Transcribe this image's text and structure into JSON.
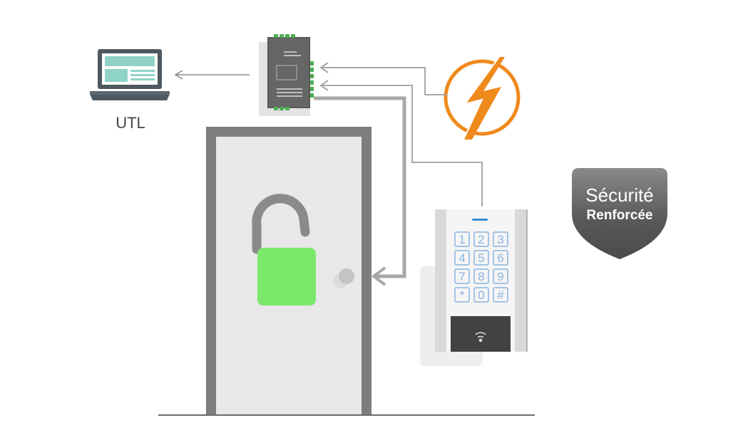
{
  "computer": {
    "label": "UTL"
  },
  "badge": {
    "line1": "Sécurité",
    "line2": "Renforcée"
  },
  "keypad": {
    "keys": [
      "1",
      "2",
      "3",
      "4",
      "5",
      "6",
      "7",
      "8",
      "9",
      "*",
      "0",
      "#"
    ]
  },
  "colors": {
    "power": "#ef8a1c",
    "lock_body": "#7be86b",
    "screen": "#8fd3c8",
    "keypad_key": "#8ab4e0",
    "door_frame": "#7d7d7d",
    "wire": "#a8a8a8"
  }
}
